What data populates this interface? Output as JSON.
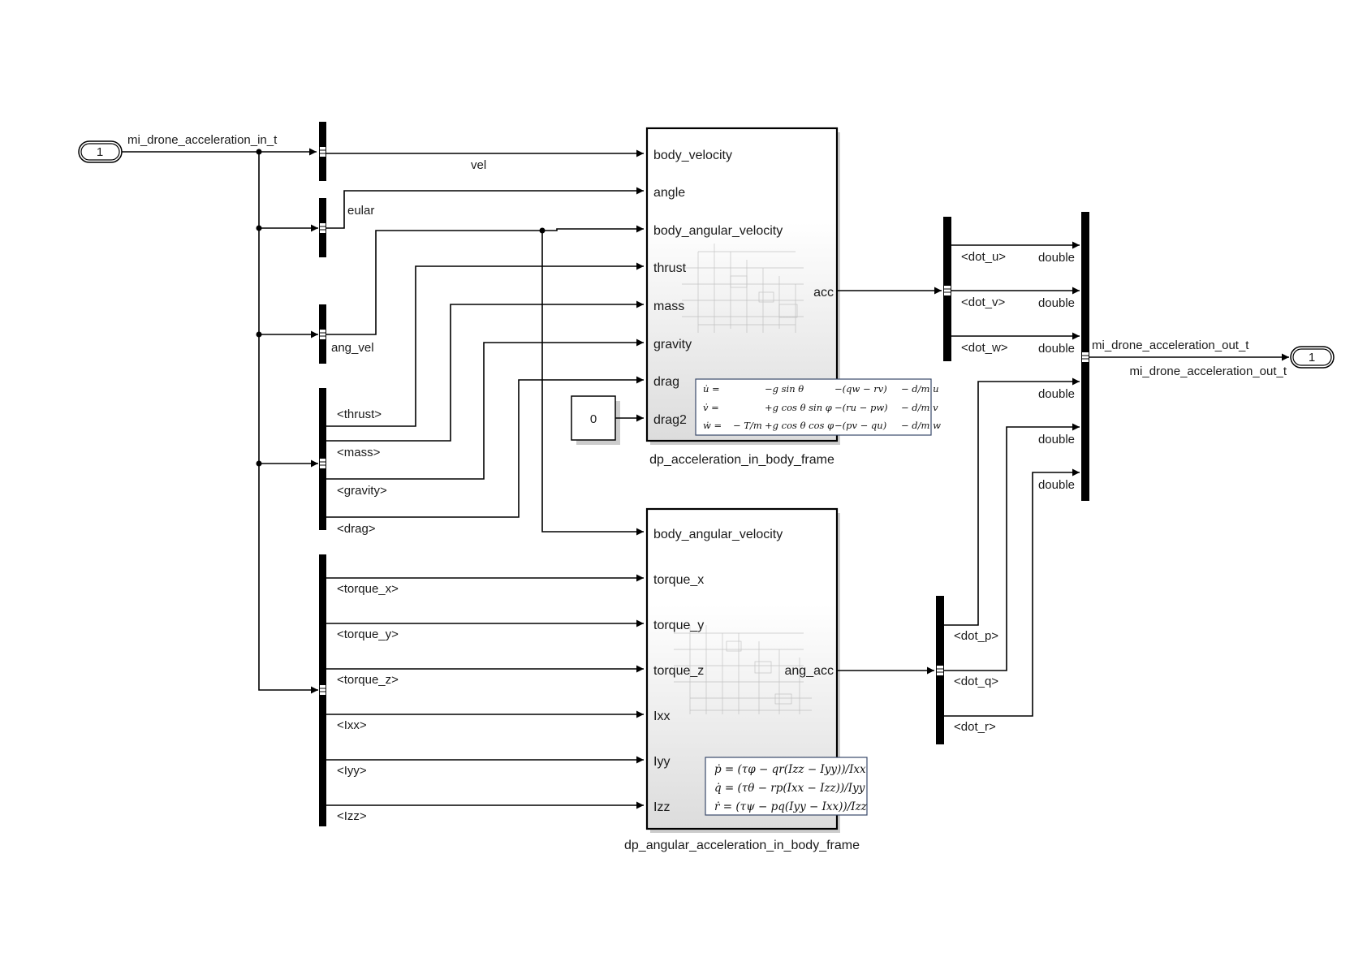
{
  "inport": {
    "number": "1",
    "signal": "mi_drone_acceleration_in_t"
  },
  "outport": {
    "number": "1",
    "signal_top": "mi_drone_acceleration_out_t",
    "signal_bottom": "mi_drone_acceleration_out_t"
  },
  "signals": {
    "vel": "vel",
    "eular": "eular",
    "ang_vel": "ang_vel"
  },
  "selector_bus": {
    "thrust": "<thrust>",
    "mass": "<mass>",
    "gravity": "<gravity>",
    "drag": "<drag>"
  },
  "selector_torque": {
    "torque_x": "<torque_x>",
    "torque_y": "<torque_y>",
    "torque_z": "<torque_z>",
    "ixx": "<Ixx>",
    "iyy": "<Iyy>",
    "izz": "<Izz>"
  },
  "constant_block": {
    "value": "0"
  },
  "block_acc": {
    "name": "dp_acceleration_in_body_frame",
    "inputs": [
      "body_velocity",
      "angle",
      "body_angular_velocity",
      "thrust",
      "mass",
      "gravity",
      "drag",
      "drag2"
    ],
    "output": "acc",
    "equations": [
      [
        "u̇ =",
        "",
        "−g sin θ",
        "−(qw − rv)",
        "− d/m u"
      ],
      [
        "v̇ =",
        "",
        "+g cos θ sin φ",
        "−(ru − pw)",
        "− d/m v"
      ],
      [
        "ẇ =",
        "− T/m",
        "+g cos θ cos φ",
        "−(pv − qu)",
        "− d/m w"
      ]
    ]
  },
  "block_ang": {
    "name": "dp_angular_acceleration_in_body_frame",
    "inputs": [
      "body_angular_velocity",
      "torque_x",
      "torque_y",
      "torque_z",
      "Ixx",
      "Iyy",
      "Izz"
    ],
    "output": "ang_acc",
    "equations": [
      "ṗ = (τφ − qr(Izz − Iyy))/Ixx",
      "q̇ = (τθ − rp(Ixx − Izz))/Iyy",
      "ṙ = (τψ − pq(Iyy − Ixx))/Izz"
    ]
  },
  "selector_acc": {
    "dot_u": "<dot_u>",
    "dot_v": "<dot_v>",
    "dot_w": "<dot_w>"
  },
  "selector_ang": {
    "dot_p": "<dot_p>",
    "dot_q": "<dot_q>",
    "dot_r": "<dot_r>"
  },
  "bus_creator_inputs": [
    "double",
    "double",
    "double",
    "double",
    "double",
    "double"
  ]
}
